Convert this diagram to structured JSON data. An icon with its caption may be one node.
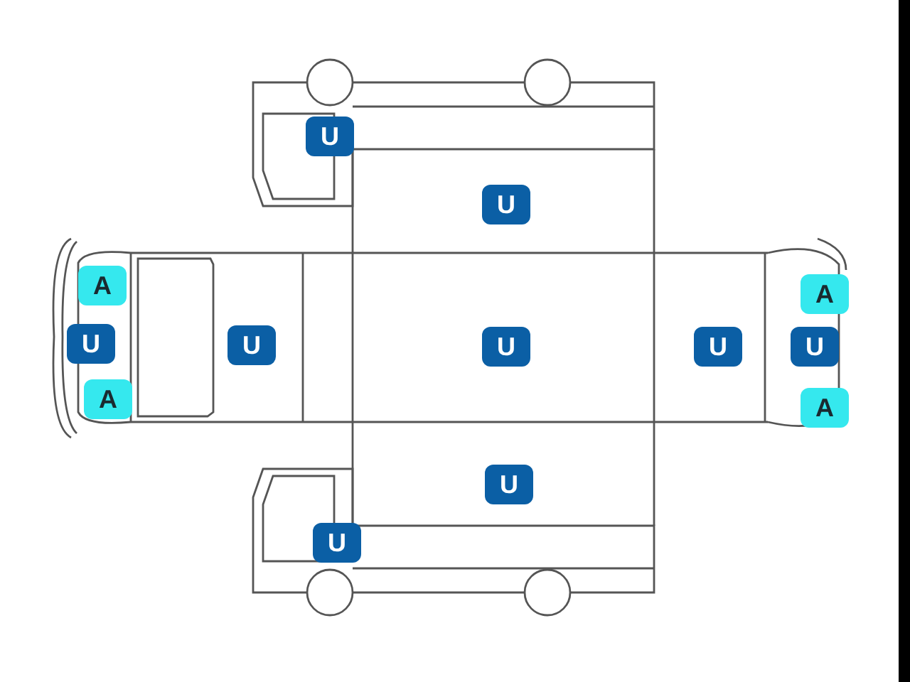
{
  "diagram": {
    "labels": [
      "U",
      "U",
      "A",
      "A",
      "U",
      "U",
      "U",
      "U",
      "U",
      "A",
      "A",
      "U",
      "U"
    ]
  }
}
